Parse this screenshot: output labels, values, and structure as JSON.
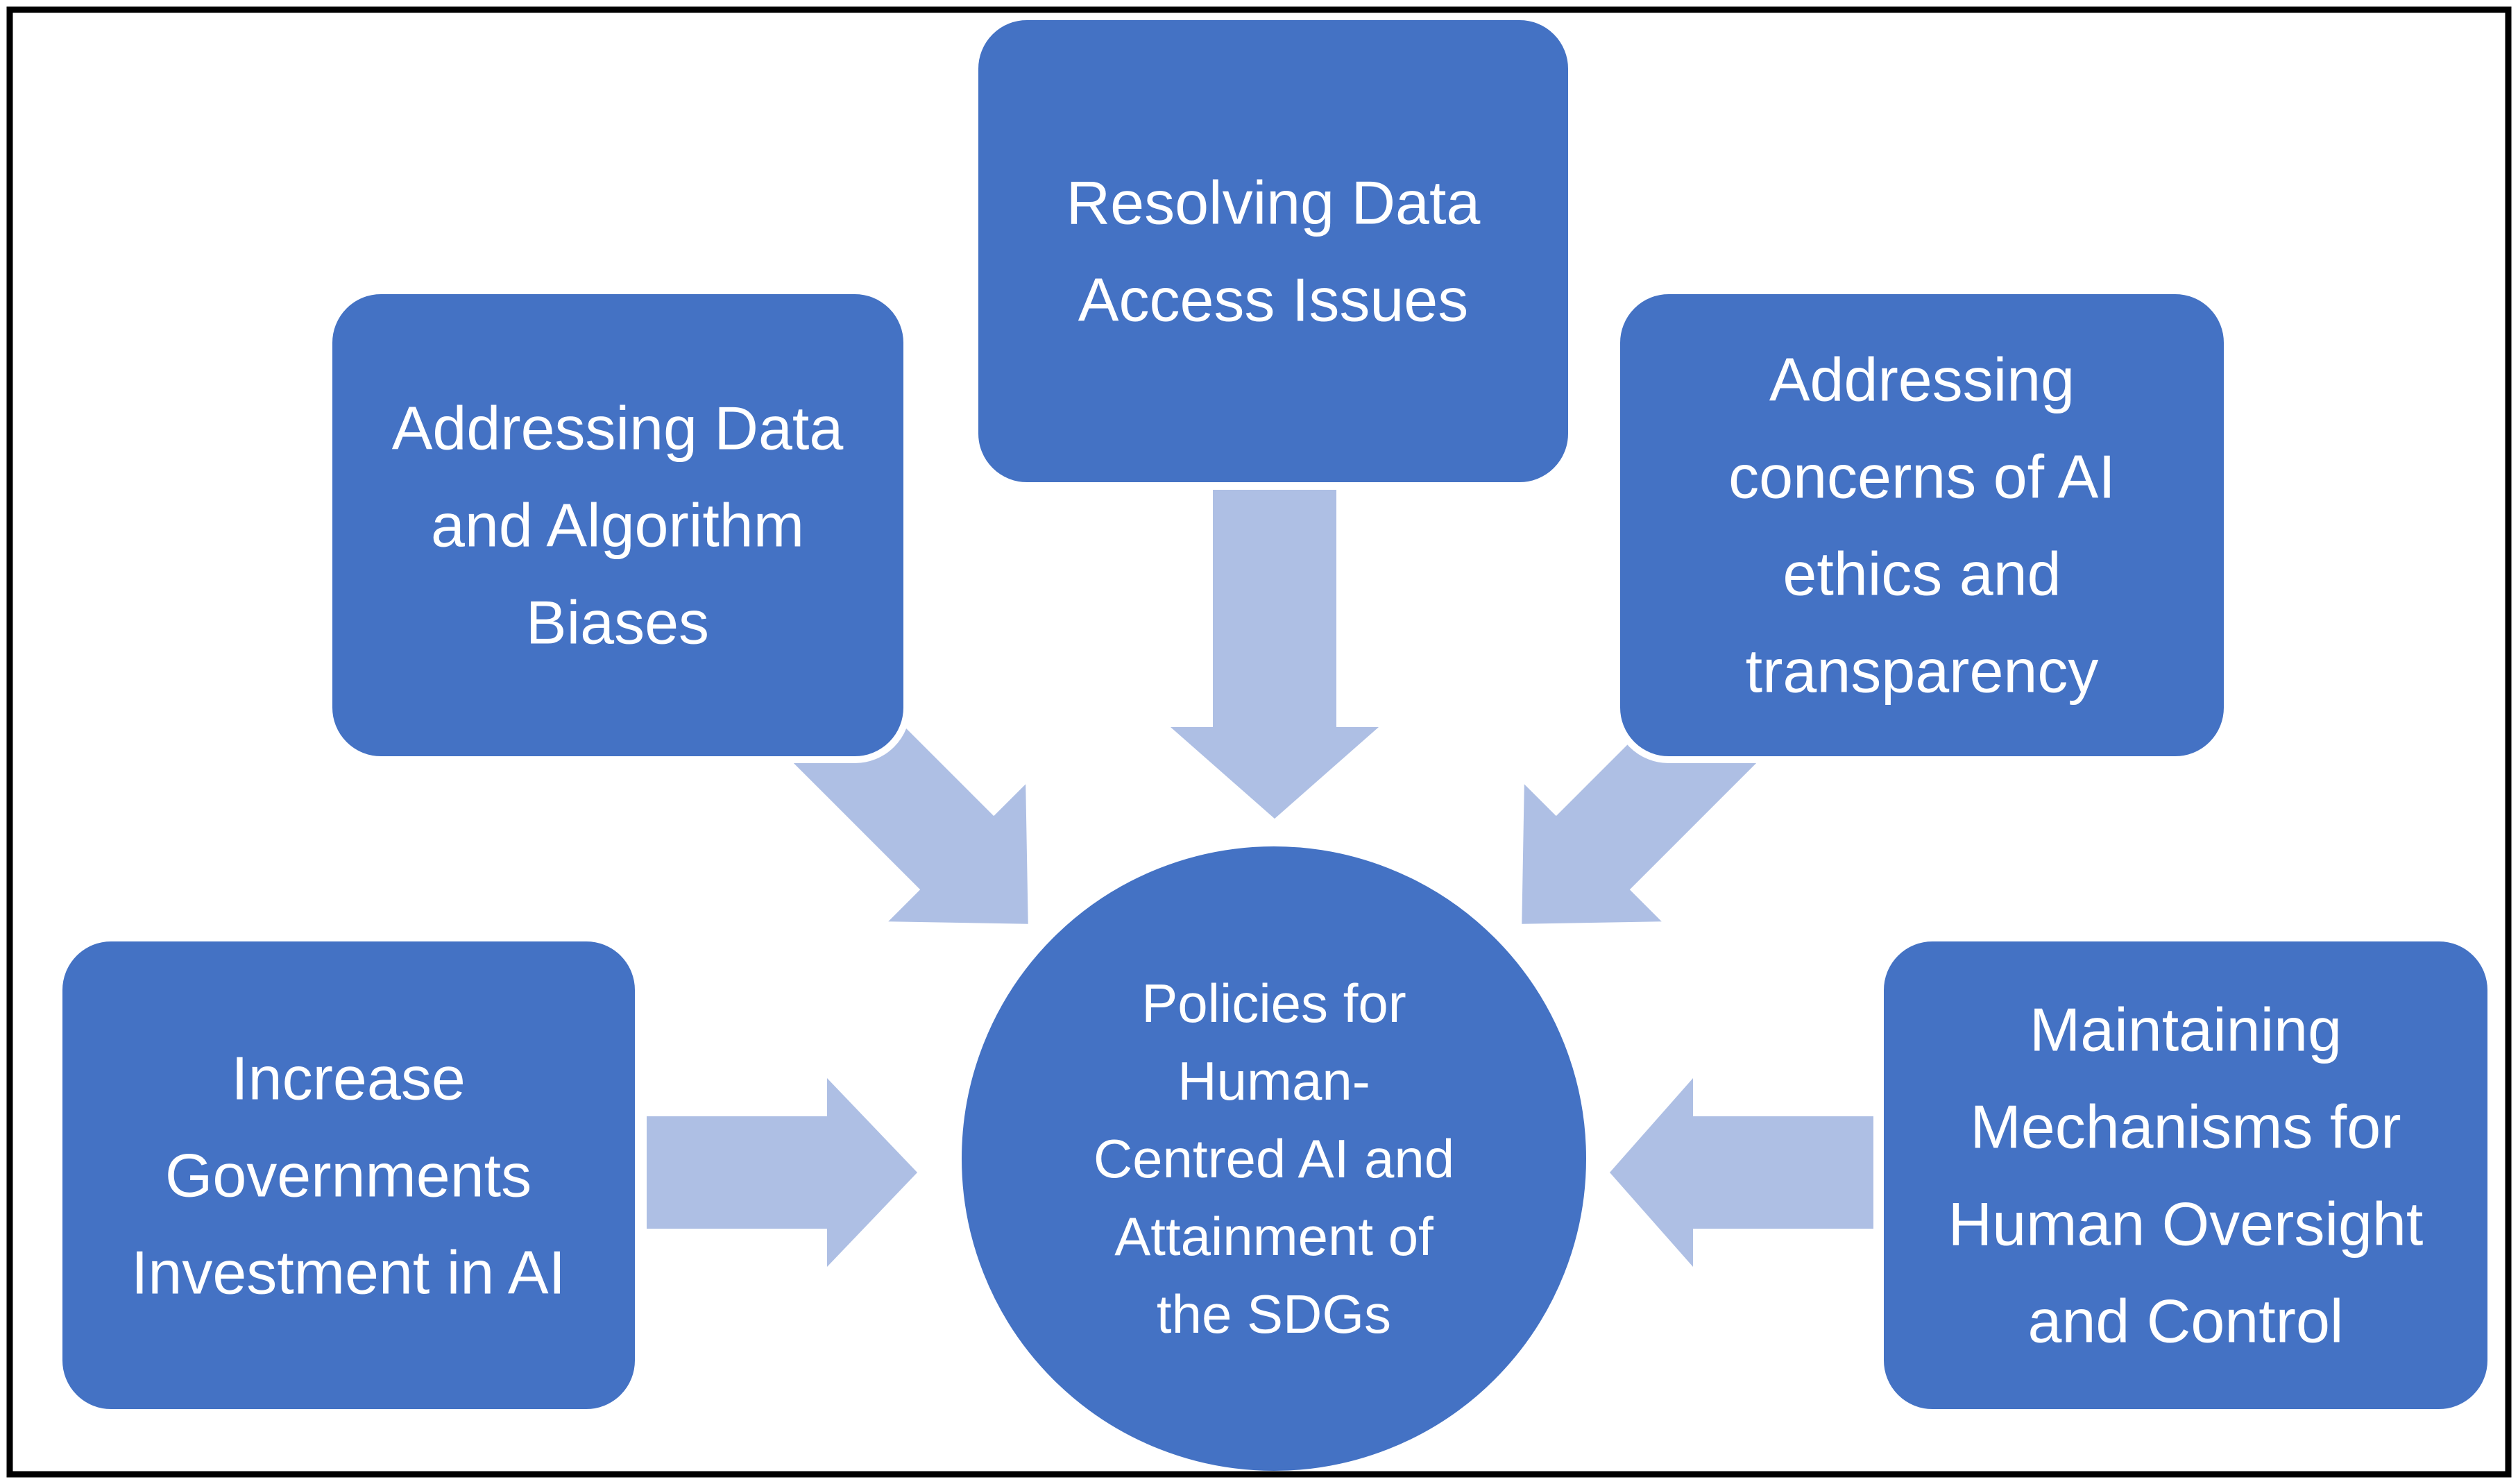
{
  "diagram": {
    "description": "Five policy factor boxes pointing with block arrows to a central circle",
    "colors": {
      "node_fill": "#4472C4",
      "arrow_fill": "#AEBFE4",
      "text_color": "#FFFFFF",
      "border_color": "#000000",
      "background": "#FFFFFF"
    },
    "center": {
      "label": "Policies for Human-Centred AI and Attainment of the SDGs",
      "lines": [
        "Policies for",
        "Human-",
        "Centred AI and",
        "Attainment of",
        "the SDGs"
      ]
    },
    "nodes": [
      {
        "id": "top-left",
        "label": "Addressing Data and Algorithm Biases",
        "lines": [
          "Addressing Data",
          "and Algorithm",
          "Biases"
        ]
      },
      {
        "id": "top-center",
        "label": "Resolving Data Access Issues",
        "lines": [
          "Resolving Data",
          "Access Issues"
        ]
      },
      {
        "id": "top-right",
        "label": "Addressing concerns of AI ethics and transparency",
        "lines": [
          "Addressing",
          "concerns of AI",
          "ethics and",
          "transparency"
        ]
      },
      {
        "id": "left",
        "label": "Increase Governments Investment in AI",
        "lines": [
          "Increase",
          "Governments",
          "Investment in AI"
        ]
      },
      {
        "id": "right",
        "label": "Maintaining Mechanisms for Human Oversight and Control",
        "lines": [
          "Maintaining",
          "Mechanisms for",
          "Human Oversight",
          "and Control"
        ]
      }
    ],
    "arrows": [
      {
        "from": "top-left",
        "to": "center",
        "direction": "diagonal-down-right"
      },
      {
        "from": "top-center",
        "to": "center",
        "direction": "down"
      },
      {
        "from": "top-right",
        "to": "center",
        "direction": "diagonal-down-left"
      },
      {
        "from": "left",
        "to": "center",
        "direction": "right"
      },
      {
        "from": "right",
        "to": "center",
        "direction": "left"
      }
    ]
  }
}
